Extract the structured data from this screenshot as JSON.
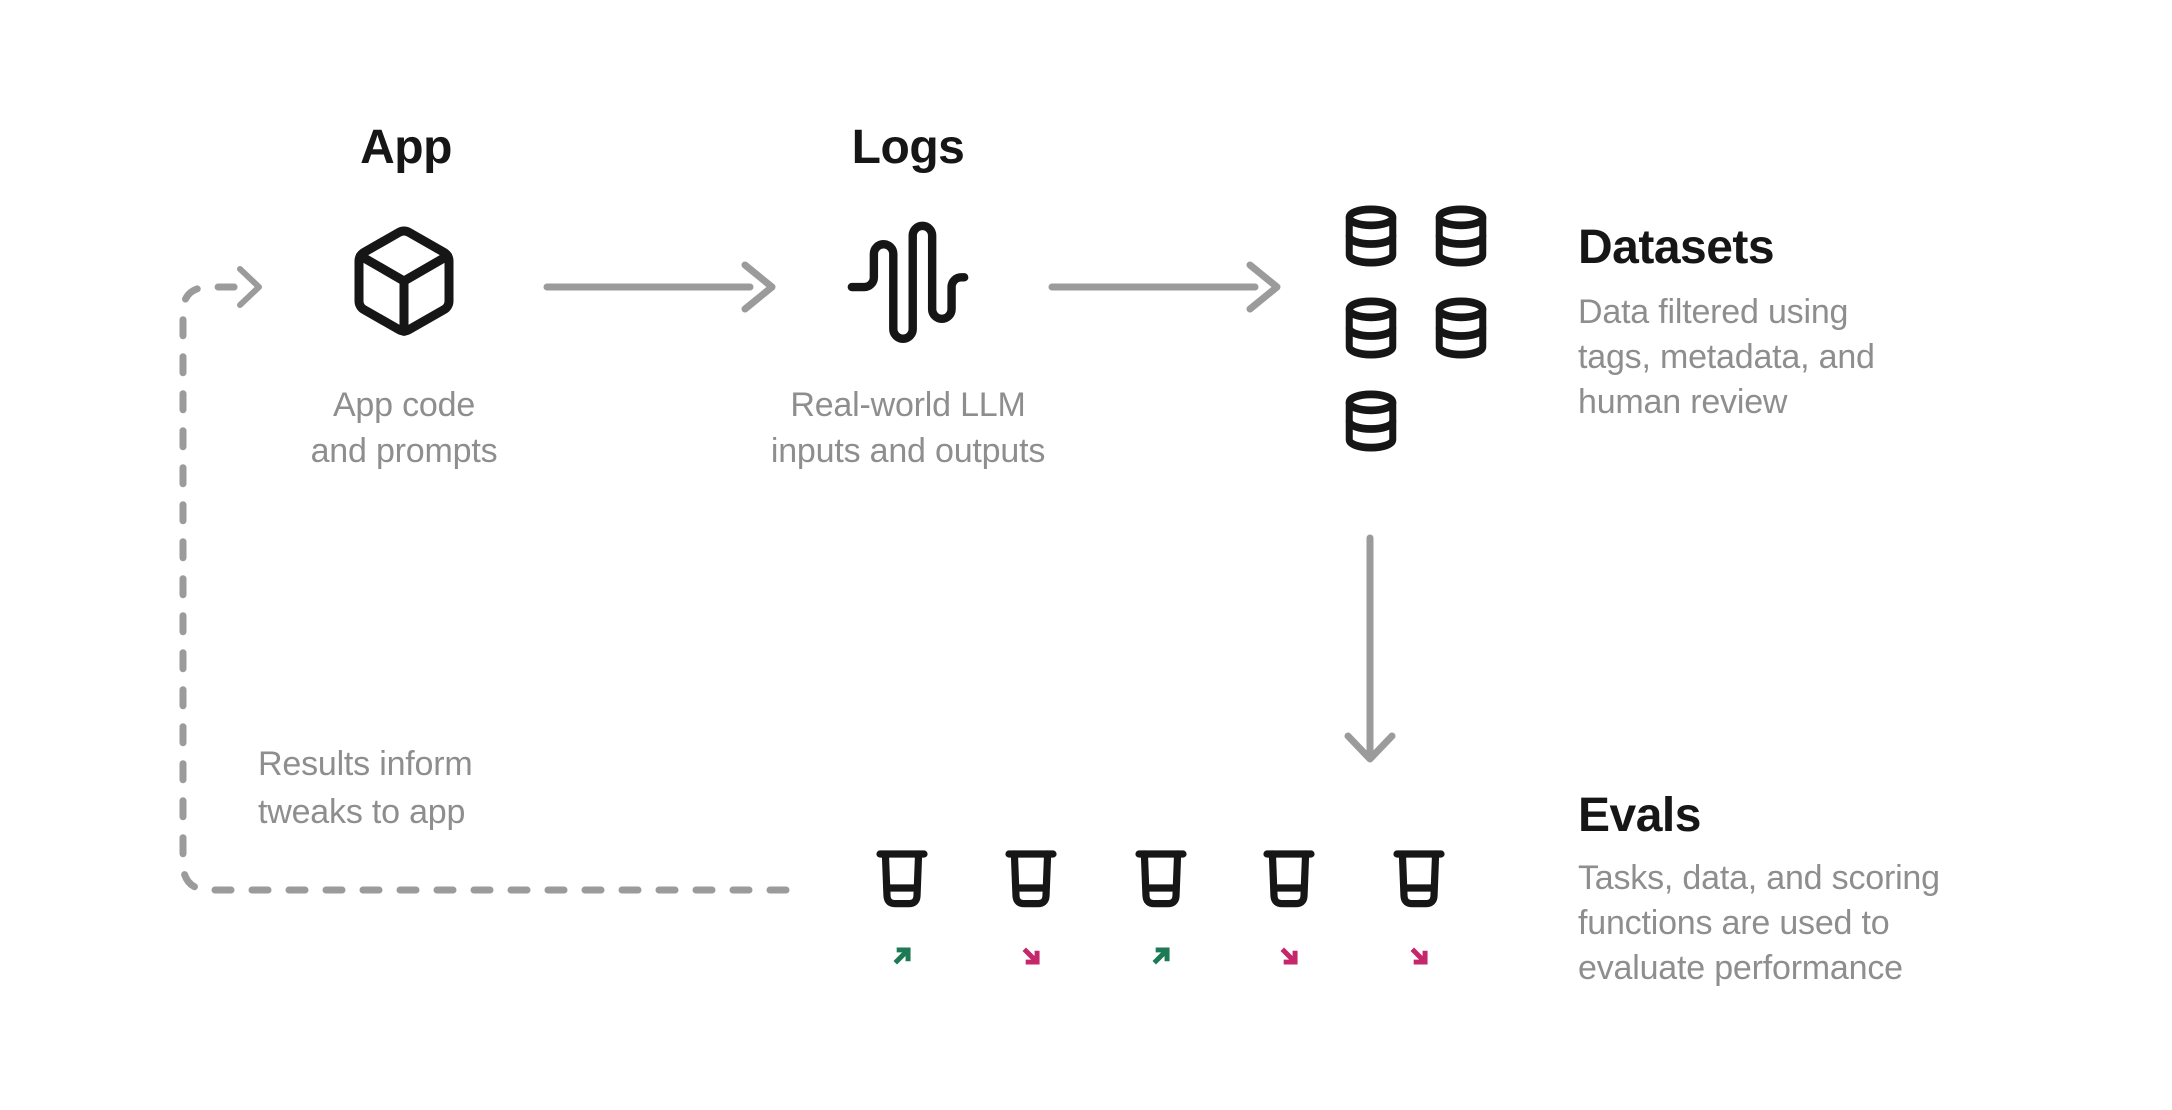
{
  "colors": {
    "background": "#ffffff",
    "ink": "#161616",
    "text-muted": "#8e8e8e",
    "connector": "#9b9b9b",
    "trend-up": "#1d7a55",
    "trend-down": "#c5276b"
  },
  "nodes": {
    "app": {
      "title": "App",
      "caption_lines": [
        "App code",
        "and prompts"
      ],
      "icon": "box-icon"
    },
    "logs": {
      "title": "Logs",
      "caption_lines": [
        "Real-world LLM",
        "inputs and outputs"
      ],
      "icon": "waveform-icon"
    },
    "datasets": {
      "title": "Datasets",
      "caption_lines": [
        "Data filtered using",
        "tags, metadata, and",
        "human review"
      ],
      "icon": "database-icon",
      "icon_count": 5
    },
    "evals": {
      "title": "Evals",
      "caption_lines": [
        "Tasks, data, and scoring",
        "functions are used to",
        "evaluate performance"
      ],
      "icon": "beaker-icon",
      "icon_count": 5
    }
  },
  "feedback_loop": {
    "caption_lines": [
      "Results inform",
      "tweaks to app"
    ]
  },
  "eval_indicators": [
    {
      "direction": "up"
    },
    {
      "direction": "down"
    },
    {
      "direction": "up"
    },
    {
      "direction": "down"
    },
    {
      "direction": "down"
    }
  ]
}
